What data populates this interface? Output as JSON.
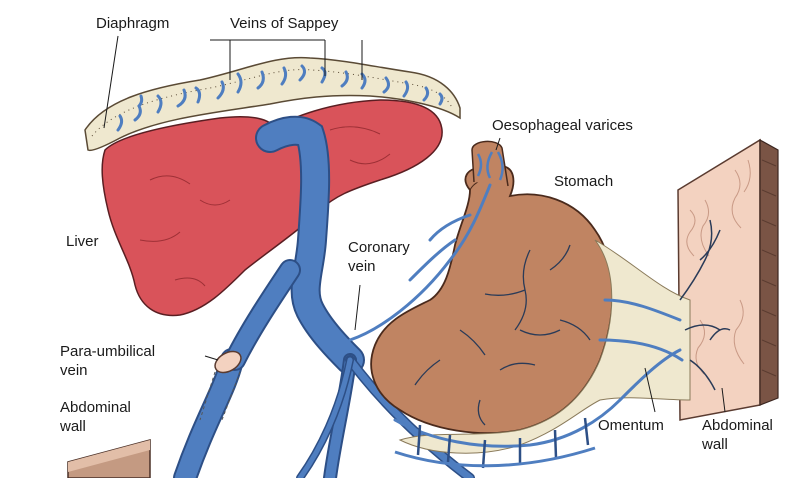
{
  "labels": {
    "diaphragm": "Diaphragm",
    "veins_of_sappey": "Veins of Sappey",
    "liver": "Liver",
    "oesophageal_varices": "Oesophageal varices",
    "stomach": "Stomach",
    "coronary_vein": [
      "Coronary",
      "vein"
    ],
    "para_umbilical_vein": [
      "Para-umbilical",
      "vein"
    ],
    "abdominal_wall_left": [
      "Abdominal",
      "wall"
    ],
    "omentum": "Omentum",
    "abdominal_wall_right": [
      "Abdominal",
      "wall"
    ]
  },
  "colors": {
    "vein_blue": "#4f7ec0",
    "vein_outline": "#2d4f86",
    "liver_red": "#d9535a",
    "stomach_brown": "#c08462",
    "diaphragm_cream": "#efe8cf",
    "abdominal_wall_pink": "#f3d2c0"
  }
}
